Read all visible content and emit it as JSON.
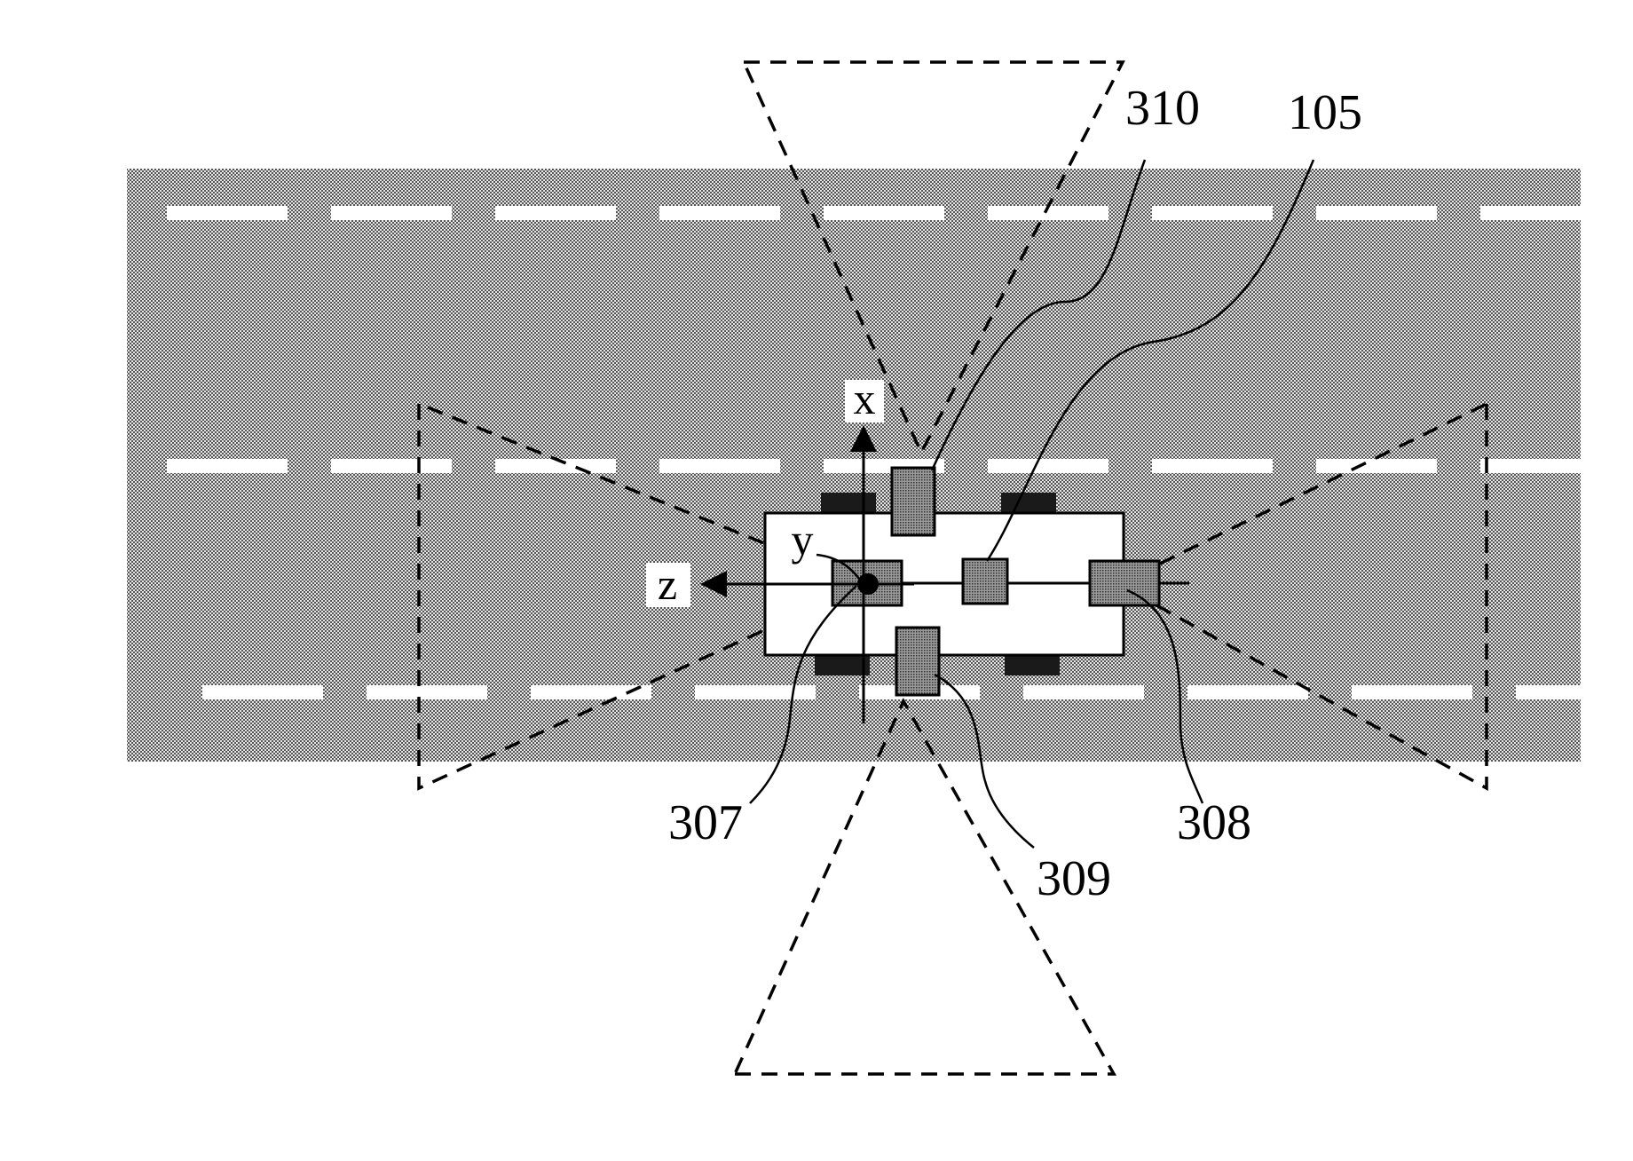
{
  "labels": {
    "ref_310": "310",
    "ref_105": "105",
    "ref_307": "307",
    "ref_308": "308",
    "ref_309": "309",
    "axis_x": "x",
    "axis_y": "y",
    "axis_z": "z"
  },
  "colors": {
    "road": "#bcbcbc",
    "lane_marking": "#ffffff",
    "vehicle": "#ffffff",
    "sensor": "#7a7a7a",
    "wheel": "#1a1a1a",
    "line": "#000000"
  }
}
